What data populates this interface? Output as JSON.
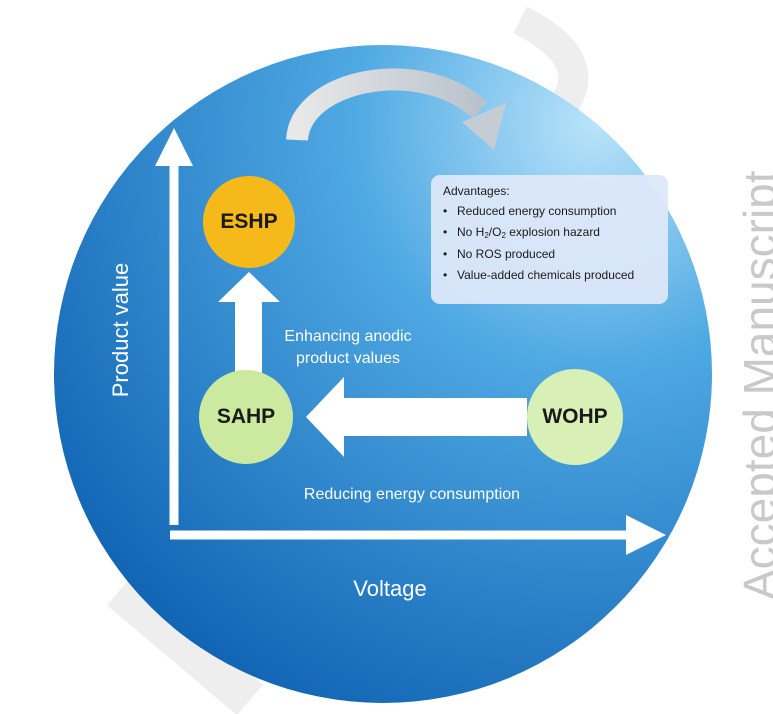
{
  "diagram": {
    "axes": {
      "x_label": "Voltage",
      "y_label": "Product value"
    },
    "nodes": [
      {
        "id": "eshp",
        "label": "ESHP",
        "color": "#f5b91a"
      },
      {
        "id": "sahp",
        "label": "SAHP",
        "color": "#cbeaa0"
      },
      {
        "id": "wohp",
        "label": "WOHP",
        "color": "#d8efb6"
      }
    ],
    "arrows": {
      "vertical_label": "Enhancing anodic product values",
      "horizontal_label": "Reducing energy consumption"
    },
    "advantages": {
      "title": "Advantages:",
      "items": [
        "Reduced energy consumption",
        "No H2/O2 explosion hazard",
        "No ROS produced",
        "Value-added chemicals produced"
      ]
    },
    "watermark": "Accepted Manuscript",
    "colors": {
      "circle_light": "#8fd0f5",
      "circle_dark": "#0e63b6",
      "arrow": "#ffffff"
    }
  }
}
